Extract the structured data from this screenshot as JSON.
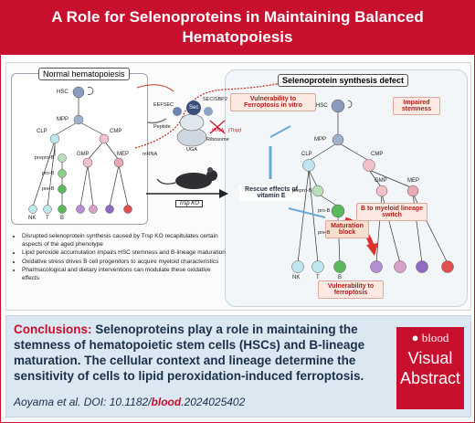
{
  "title": "A Role for Selenoproteins in Maintaining Balanced Hematopoiesis",
  "normal": {
    "title": "Normal hematopoiesis",
    "cells": {
      "hsc": "HSC",
      "mpp": "MPP",
      "clp": "CLP",
      "cmp": "CMP",
      "gmp": "GMP",
      "mep": "MEP",
      "prepro_b": "prepro-B",
      "pro_b": "pro-B",
      "pre_b": "pre-B",
      "nk": "NK",
      "t": "T",
      "b": "B"
    }
  },
  "center": {
    "secisbp2": "SECISBP2",
    "eefsec": "EEFSEC",
    "sec": "Sec",
    "peptide": "Peptide",
    "ribosome": "Ribosome",
    "trna": "tRNA",
    "trsp": "(Trsp)",
    "mrna": "mRNA",
    "uga": "UGA",
    "trsp_ko": "Trsp KO"
  },
  "defect": {
    "title": "Selenoprotein synthesis defect",
    "vulnerability_ferroptosis_invitro": "Vulnerability to Ferroptosis in vitro",
    "impaired_stemness": "Impaired stemness",
    "rescue_vitamin_e": "Rescue effects of vitamin E",
    "b_to_myeloid": "B to myeloid lineage switch",
    "maturation_block": "Maturation block",
    "vulnerability_ferroptosis": "Vulnerability to ferroptosis",
    "cells": {
      "hsc": "HSC",
      "mpp": "MPP",
      "clp": "CLP",
      "cmp": "CMP",
      "gmp": "GMP",
      "mep": "MEP",
      "prepro_b": "prepro-B",
      "pro_b": "pro-B",
      "pre_b": "pre-B",
      "nk": "NK",
      "t": "T",
      "b": "B"
    }
  },
  "bullets": [
    "Disrupted selenoprotein synthesis caused by Trsp KO recapitulates certain aspects of the aged phenotype",
    "Lipid peroxide accumulation impairs HSC stemness and B-lineage maturation",
    "Oxidative stress drives B cell progenitors to acquire myeloid characteristics",
    "Pharmacological and dietary interventions can modulate these oxidative effects"
  ],
  "conclusions": {
    "lead": "Conclusions:",
    "text": "Selenoproteins play a role in maintaining the stemness of hematopoietic stem cells (HSCs) and B-lineage maturation. The cellular context and lineage determine the sensitivity of cells to lipid peroxidation-induced ferroptosis.",
    "citation_prefix": "Aoyama et al. DOI: 10.1182/",
    "citation_journal": "blood",
    "citation_suffix": ".2024025402"
  },
  "badge": {
    "blood": "blood",
    "visual": "Visual",
    "abstract": "Abstract"
  },
  "colors": {
    "brand_red": "#c8102e",
    "lymphoid": "#bfe6ec",
    "b_lineage": "#5cb85c",
    "myeloid": "#f3c1c8",
    "hsc": "#8a9bbd"
  }
}
